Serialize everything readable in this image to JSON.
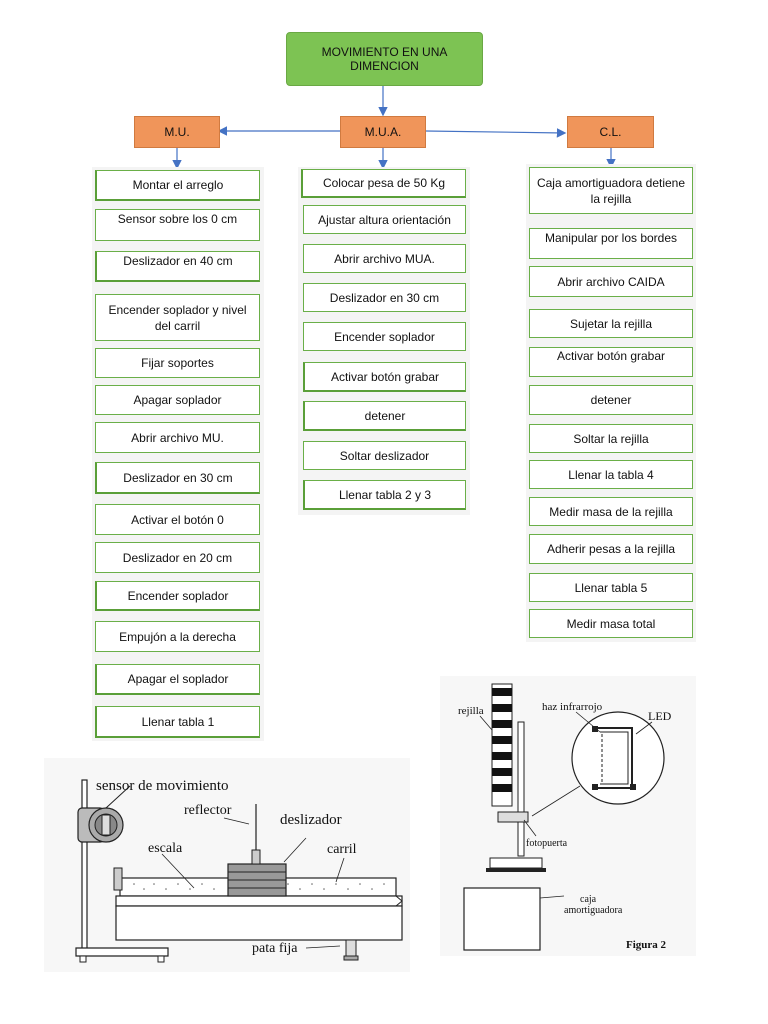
{
  "title": "MOVIMIENTO EN UNA DIMENCION",
  "categories": {
    "mu": "M.U.",
    "mua": "M.U.A.",
    "cl": "C.L."
  },
  "mu_steps": [
    "Montar el arreglo",
    "Sensor sobre los 0 cm",
    "Deslizador en 40 cm",
    "Encender soplador y nivel del carril",
    "Fijar soportes",
    "Apagar soplador",
    "Abrir archivo  MU.",
    "Deslizador en 30 cm",
    "Activar el botón 0",
    "Deslizador en 20 cm",
    "Encender soplador",
    "Empujón a la derecha",
    "Apagar el soplador",
    "Llenar tabla 1"
  ],
  "mua_steps": [
    "Colocar pesa de 50 Kg",
    "Ajustar altura orientación",
    "Abrir archivo MUA.",
    "Deslizador en 30 cm",
    "Encender soplador",
    "Activar botón grabar",
    "detener",
    "Soltar deslizador",
    "Llenar tabla 2 y 3"
  ],
  "cl_steps": [
    "Caja amortiguadora detiene la rejilla",
    "Manipular por los bordes",
    "Abrir archivo  CAIDA",
    "Sujetar la rejilla",
    "Activar botón grabar",
    "detener",
    "Soltar la rejilla",
    "Llenar la tabla 4",
    "Medir masa de la rejilla",
    "Adherir pesas a la rejilla",
    "Llenar tabla 5",
    "Medir masa total"
  ],
  "figure1": {
    "sensor": "sensor de movimiento",
    "reflector": "reflector",
    "deslizador": "deslizador",
    "escala": "escala",
    "carril": "carril",
    "pata": "pata fija"
  },
  "figure2": {
    "rejilla": "rejilla",
    "haz": "haz infrarrojo",
    "led": "LED",
    "fotopuerta": "fotopuerta",
    "caja": "caja amortiguadora",
    "caption": "Figura 2"
  },
  "colors": {
    "title_fill": "#7dc353",
    "category_fill": "#f0955a",
    "step_border": "#6aaf48",
    "arrow": "#4472c4"
  }
}
